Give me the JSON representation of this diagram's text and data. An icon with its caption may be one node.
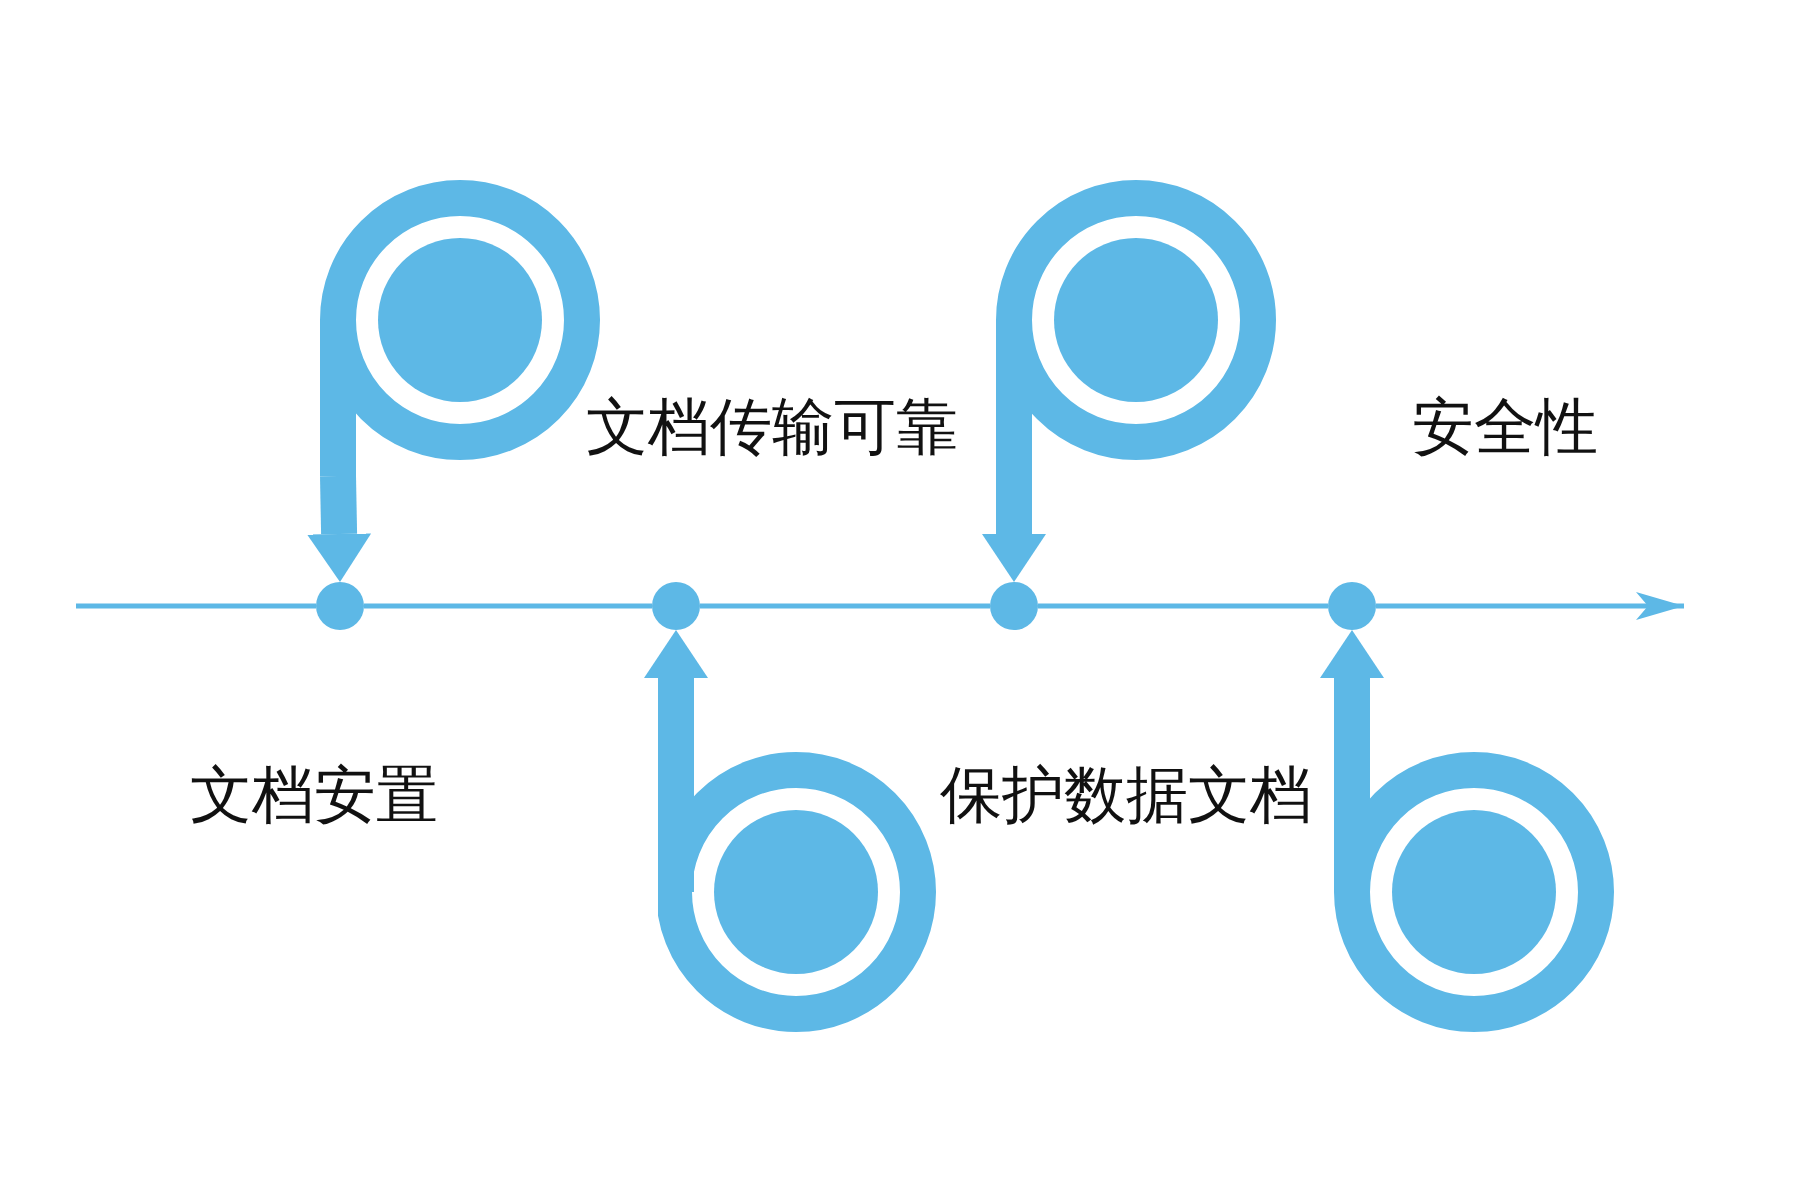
{
  "diagram": {
    "nodes": [
      {
        "text": [],
        "shape": "picture"
      },
      {
        "text": [],
        "shape": "picture"
      },
      {
        "text": [],
        "shape": "circle"
      },
      {
        "text": [],
        "shape": "circle"
      },
      {
        "text": [],
        "shape": "circle"
      },
      {
        "text": [],
        "shape": "circle"
      },
      {
        "text": [],
        "shape": "picture"
      },
      {
        "text": [],
        "shape": "picture"
      }
    ],
    "edges": [
      {
        "from": 0,
        "to": 2,
        "arrow": "to",
        "style": "thick"
      },
      {
        "from": 1,
        "to": 4,
        "arrow": "to",
        "style": "thick"
      },
      {
        "from": 6,
        "to": 3,
        "arrow": "to",
        "style": "thick"
      },
      {
        "from": 7,
        "to": 5,
        "arrow": "to",
        "style": "thick"
      },
      {
        "from": null,
        "to": 2,
        "arrow": "none"
      },
      {
        "from": 2,
        "to": 3,
        "arrow": "none"
      },
      {
        "from": 3,
        "to": 4,
        "arrow": "none"
      },
      {
        "from": 4,
        "to": 5,
        "arrow": "none"
      },
      {
        "from": 5,
        "to": null,
        "arrow": "to"
      }
    ],
    "labels": [
      "文档传输可靠",
      "安全性",
      "文档安置",
      "保护数据文档"
    ]
  }
}
